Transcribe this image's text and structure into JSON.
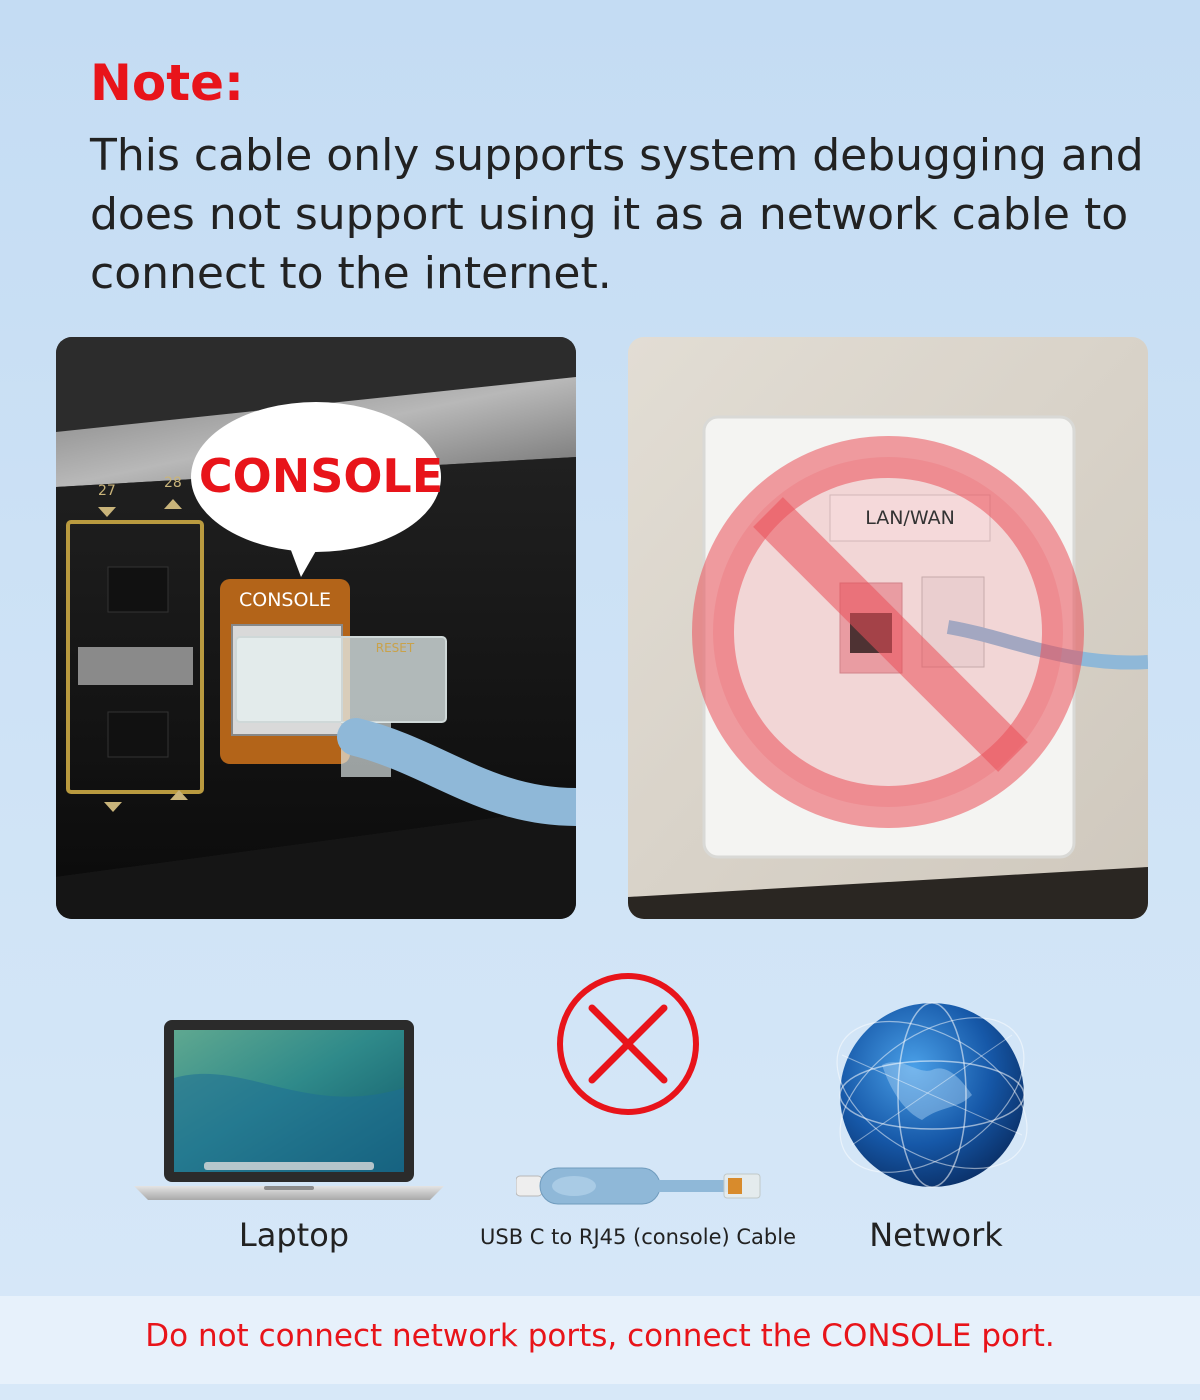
{
  "note": {
    "label": "Note:",
    "text": "This cable only supports system debugging and does not support using it as a network cable to connect to the internet."
  },
  "switch_panel": {
    "bubble_label": "CONSOLE",
    "port_label": "CONSOLE",
    "reset_label": "RESET",
    "port_number_1": "27",
    "port_number_2": "28"
  },
  "wall_panel": {
    "socket_label": "LAN/WAN"
  },
  "diagram": {
    "laptop_label": "Laptop",
    "cable_label": "USB C to RJ45 (console) Cable",
    "network_label": "Network"
  },
  "footer": {
    "warning": "Do not connect network ports, connect the CONSOLE port."
  },
  "colors": {
    "warning_red": "#e8141a",
    "cable_blue": "#8fb8d8"
  },
  "icons": {
    "prohibited": "no-entry-circle-icon",
    "cross": "red-x-circle-icon",
    "globe": "globe-icon"
  }
}
